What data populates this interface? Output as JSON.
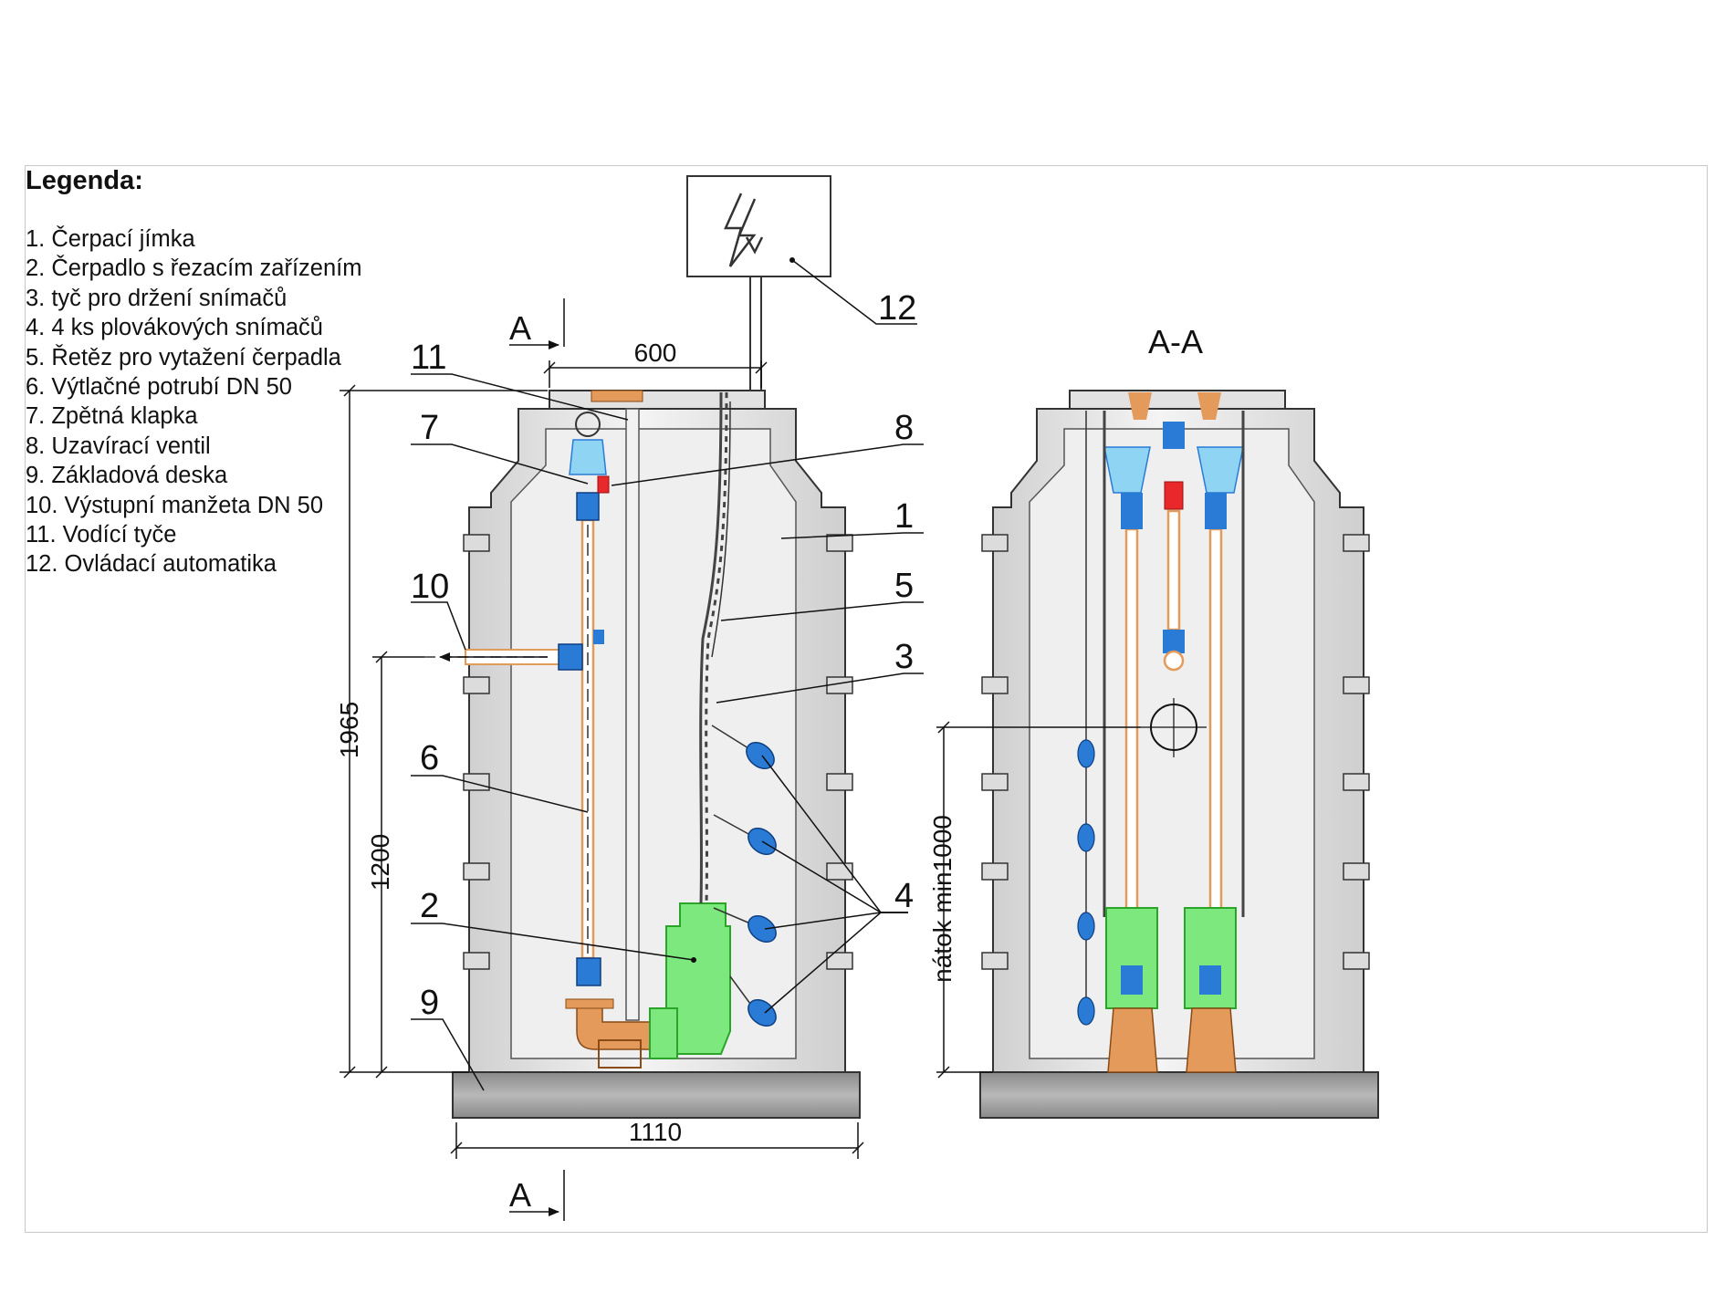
{
  "legend": {
    "title": "Legenda",
    "title_suffix": ":",
    "items": [
      "1.  Čerpací jímka",
      "2.  Čerpadlo s řezacím zařízením",
      "3.  tyč pro držení snímačů",
      "4.  4 ks plovákových snímačů",
      "5.  Řetěz pro vytažení čerpadla",
      "6.  Výtlačné potrubí DN 50",
      "7.  Zpětná klapka",
      "8.  Uzavírací ventil",
      "9.  Základová deska",
      "10. Výstupní manžeta DN 50",
      "11. Vodící tyče",
      "12. Ovládací automatika"
    ]
  },
  "callouts": {
    "n1": "1",
    "n2": "2",
    "n3": "3",
    "n4": "4",
    "n5": "5",
    "n6": "6",
    "n7": "7",
    "n8": "8",
    "n9": "9",
    "n10": "10",
    "n11": "11",
    "n12": "12"
  },
  "dimensions": {
    "width_top": "600",
    "width_base": "1110",
    "height_total": "1965",
    "height_outlet": "1200",
    "inflow": "nátok min1000"
  },
  "section": {
    "marker": "A",
    "title": "A-A"
  },
  "colors": {
    "tank": "#e6e6e6",
    "outline": "#333333",
    "pump": "#7de87d",
    "check_valve": "#8fd4f2",
    "pipe": "#e49a5a",
    "float": "#2a7bd6",
    "shutoff_valve": "#e8282a",
    "base_plate": "#9a9a9a"
  }
}
